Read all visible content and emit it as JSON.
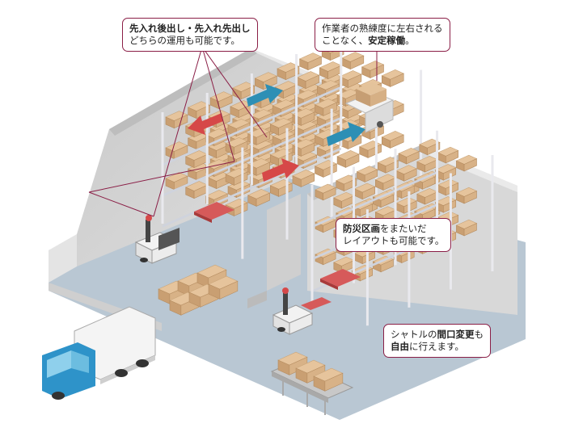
{
  "callouts": {
    "fifo_lifo": {
      "line1": "先入れ後出し・先入れ先出し",
      "line2": "どちらの運用も可能です。"
    },
    "stable": {
      "line1": "作業者の熟練度に左右される",
      "line2a": "ことなく、",
      "line2b": "安定稼働",
      "line2c": "。"
    },
    "fire_zone": {
      "line1a": "防災区画",
      "line1b": "をまたいだ",
      "line2": "レイアウトも可能です。"
    },
    "shuttle": {
      "line1a": "シャトルの",
      "line1b": "間口変更",
      "line1c": "も",
      "line2a": "自由",
      "line2b": "に行えます。"
    }
  },
  "colors": {
    "callout_border": "#8a1e46",
    "floor": "#b7c6d2",
    "wall": "#d2d2d2",
    "box": "#d9b48c",
    "rack": "#e9e9ee",
    "shuttle": "#d65a5a",
    "arrow_blue": "#2d8fb5",
    "arrow_red": "#d64848",
    "truck_cab": "#2e93c9"
  },
  "icons": [
    "forklift-icon",
    "reach-truck-icon",
    "shuttle-carrier-icon",
    "truck-icon",
    "conveyor-icon",
    "pallet-icon"
  ]
}
